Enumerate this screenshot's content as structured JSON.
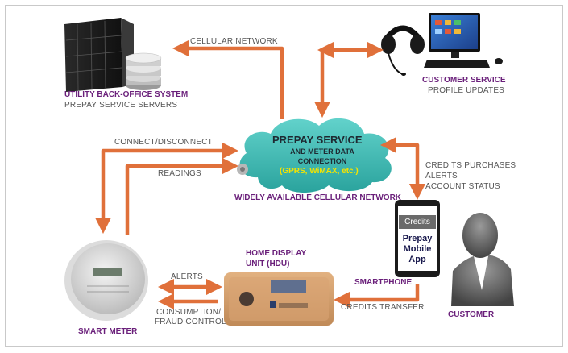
{
  "labels": {
    "cellular_network": "CELLULAR NETWORK",
    "utility_title": "UTILITY BACK-OFFICE SYSTEM",
    "utility_sub": "PREPAY SERVICE SERVERS",
    "customer_service_title": "CUSTOMER SERVICE",
    "customer_service_sub": "PROFILE UPDATES",
    "connect_disconnect": "CONNECT/DISCONNECT",
    "readings": "READINGS",
    "cloud_title": "PREPAY SERVICE",
    "cloud_line2": "AND METER DATA",
    "cloud_line3": "CONNECTION",
    "cloud_line4": "(GPRS, WiMAX, etc.)",
    "widely_available": "WIDELY AVAILABLE CELLULAR NETWORK",
    "credits_purchases": "CREDITS PURCHASES",
    "alerts_right": "ALERTS",
    "account_status": "ACCOUNT STATUS",
    "phone_header": "Credits",
    "phone_app_1": "Prepay",
    "phone_app_2": "Mobile",
    "phone_app_3": "App",
    "smartphone": "SMARTPHONE",
    "credits_transfer": "CREDITS TRANSFER",
    "customer": "CUSTOMER",
    "hdu_title_1": "HOME DISPLAY",
    "hdu_title_2": "UNIT (HDU)",
    "alerts_left": "ALERTS",
    "consumption": "CONSUMPTION/",
    "fraud_control": "FRAUD CONTROL",
    "smart_meter": "SMART METER"
  },
  "colors": {
    "arrow": "#e0703a",
    "purple": "#6a1f7a",
    "cloud": "#3fbcb6",
    "cloud_text_yellow": "#f5e400"
  },
  "icons": [
    "server-rack-icon",
    "database-icon",
    "headset-icon",
    "desktop-computer-icon",
    "keyboard-icon",
    "mouse-icon",
    "cloud-icon",
    "smartphone-icon",
    "customer-silhouette-icon",
    "smart-meter-icon",
    "home-display-unit-icon"
  ]
}
